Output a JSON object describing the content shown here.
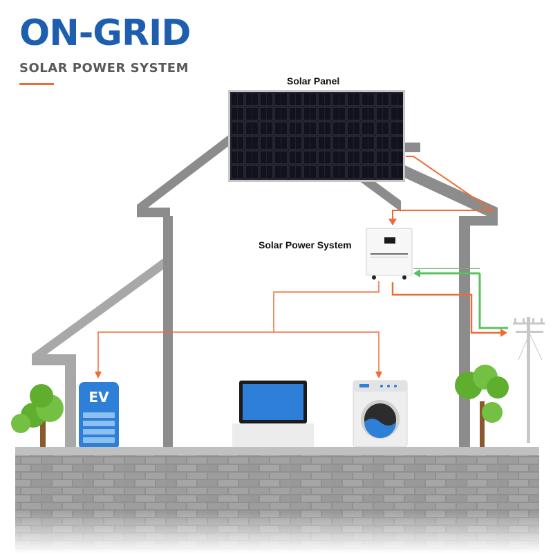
{
  "header": {
    "title": "ON-GRID",
    "subtitle": "SOLAR POWER SYSTEM"
  },
  "labels": {
    "solar_panel": "Solar Panel",
    "solar_power_system": "Solar Power System"
  },
  "appliances": {
    "ev_label": "EV"
  },
  "colors": {
    "title": "#1d5fae",
    "accent_orange": "#ef6b35",
    "grid_green": "#5cbf63",
    "house_outline": "#8c8c8c",
    "wall": "#8e8e8e",
    "device_blue": "#2e7fd8"
  },
  "icons": [
    "solar-panel-icon",
    "inverter-icon",
    "ev-charger-icon",
    "laptop-icon",
    "washing-machine-icon",
    "power-pole-icon",
    "tree-icon"
  ]
}
